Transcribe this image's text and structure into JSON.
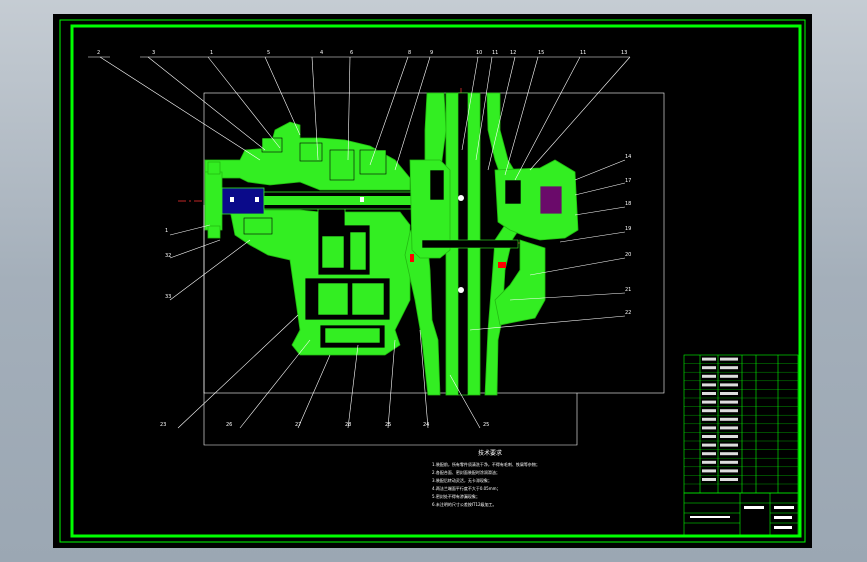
{
  "colors": {
    "background": "#000000",
    "frame": "#00ff00",
    "part": "#33ee22",
    "shaft": "#0a0a8a",
    "leader": "#ffffff",
    "centerline": "#ff2222",
    "seal": "#ff0000",
    "window_gradient_top": "#c5ccd3",
    "window_gradient_bottom": "#9ba7b3"
  },
  "drawing": {
    "part_labels_top": [
      "2",
      "3",
      "1",
      "5",
      "4",
      "6",
      "8",
      "9",
      "10",
      "11",
      "12",
      "15",
      "11",
      "13"
    ],
    "part_labels_left": [
      "1",
      "32",
      "33"
    ],
    "part_labels_right": [
      "14",
      "17",
      "18",
      "19",
      "20",
      "21",
      "22"
    ],
    "part_labels_bottom": [
      "23",
      "26",
      "27",
      "28",
      "25",
      "24",
      "25"
    ],
    "notes_title": "技术要求",
    "notes": [
      "1.装配前，所有零件须清洗干净，不得有毛刺、铁屑等杂物；",
      "2.各配合面、密封面装配时涂润滑油；",
      "3.装配后转动灵活，无卡滞现象；",
      "4.两法兰端面平行度不大于0.05mm；",
      "5.密封处不得有渗漏现象；",
      "6.未注明的尺寸公差按IT12级加工。"
    ]
  }
}
